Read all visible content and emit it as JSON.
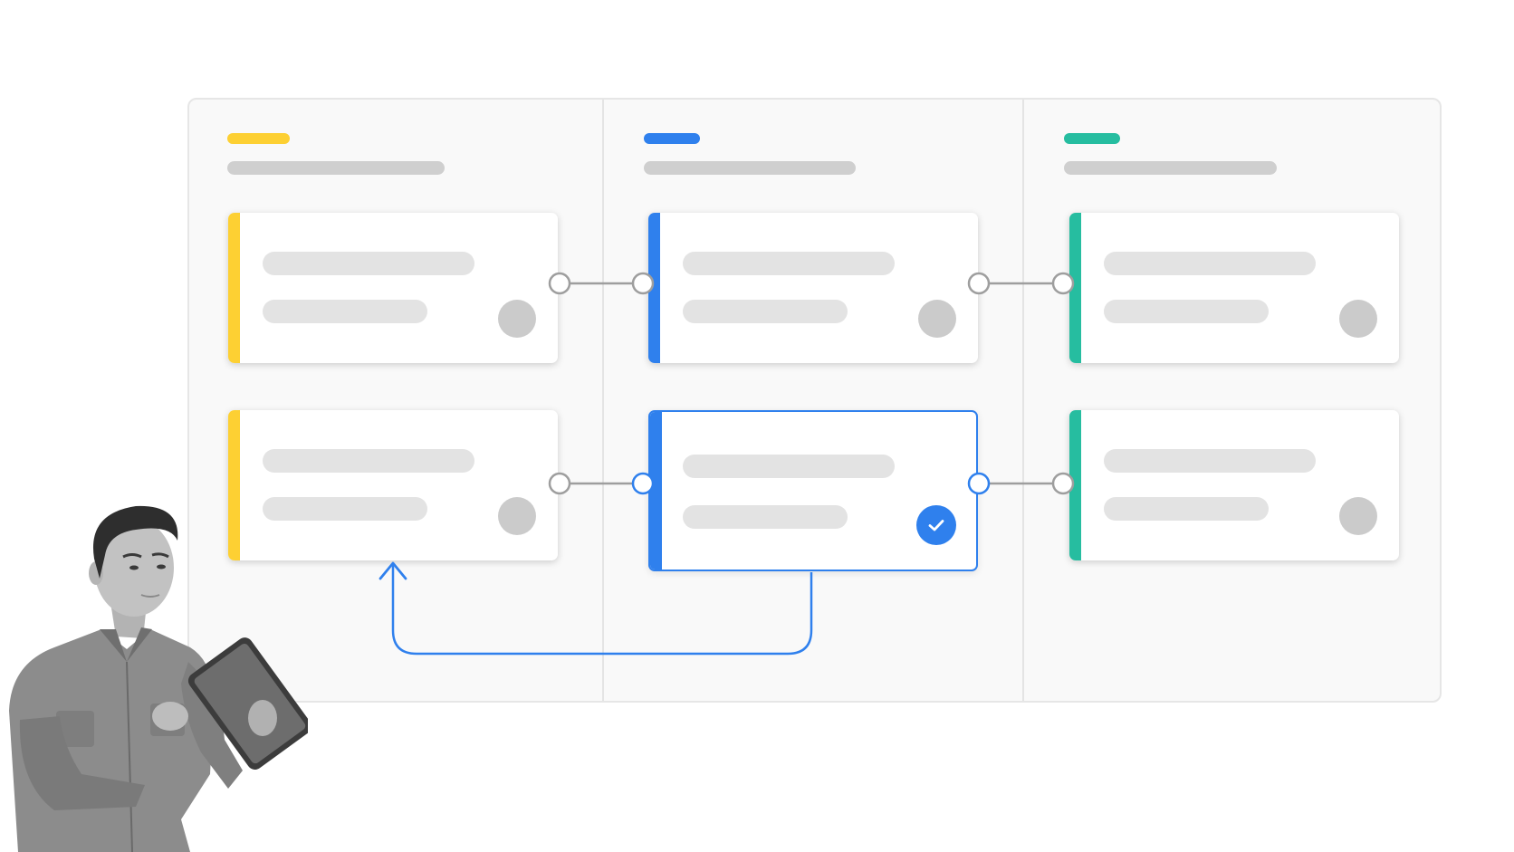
{
  "workflow": {
    "columns": [
      {
        "accent_color": "#fdd033"
      },
      {
        "accent_color": "#2f80ed"
      },
      {
        "accent_color": "#26bda0"
      }
    ],
    "selected_card": {
      "column": 2,
      "row": 2,
      "status": "completed"
    },
    "loop_back": {
      "from": "column-2-row-2",
      "to": "column-1-row-2"
    }
  },
  "colors": {
    "selection": "#2f80ed",
    "connector": "#9e9e9e",
    "placeholder": "#e3e3e3"
  },
  "icons": [
    "check-icon",
    "arrow-up-icon",
    "avatar-placeholder"
  ]
}
